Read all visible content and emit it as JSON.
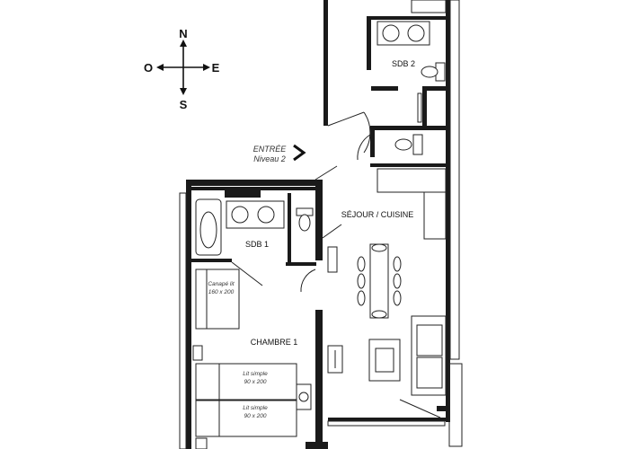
{
  "compass": {
    "north": "N",
    "south": "S",
    "east": "E",
    "west": "O"
  },
  "entrance": {
    "label": "ENTRÉE",
    "level": "Niveau 2"
  },
  "rooms": {
    "sdb2": "SDB 2",
    "sdb1": "SDB 1",
    "sejour": "SÉJOUR / CUISINE",
    "chambre1": "CHAMBRE 1"
  },
  "furniture": {
    "sofa_bed_line1": "Canapé lit",
    "sofa_bed_line2": "160 x 200",
    "single_bed_a_line1": "Lit simple",
    "single_bed_a_line2": "90 x 200",
    "single_bed_b_line1": "Lit simple",
    "single_bed_b_line2": "90 x 200"
  },
  "colors": {
    "wall": "#1a1a1a",
    "line": "#222222",
    "background": "#ffffff"
  }
}
